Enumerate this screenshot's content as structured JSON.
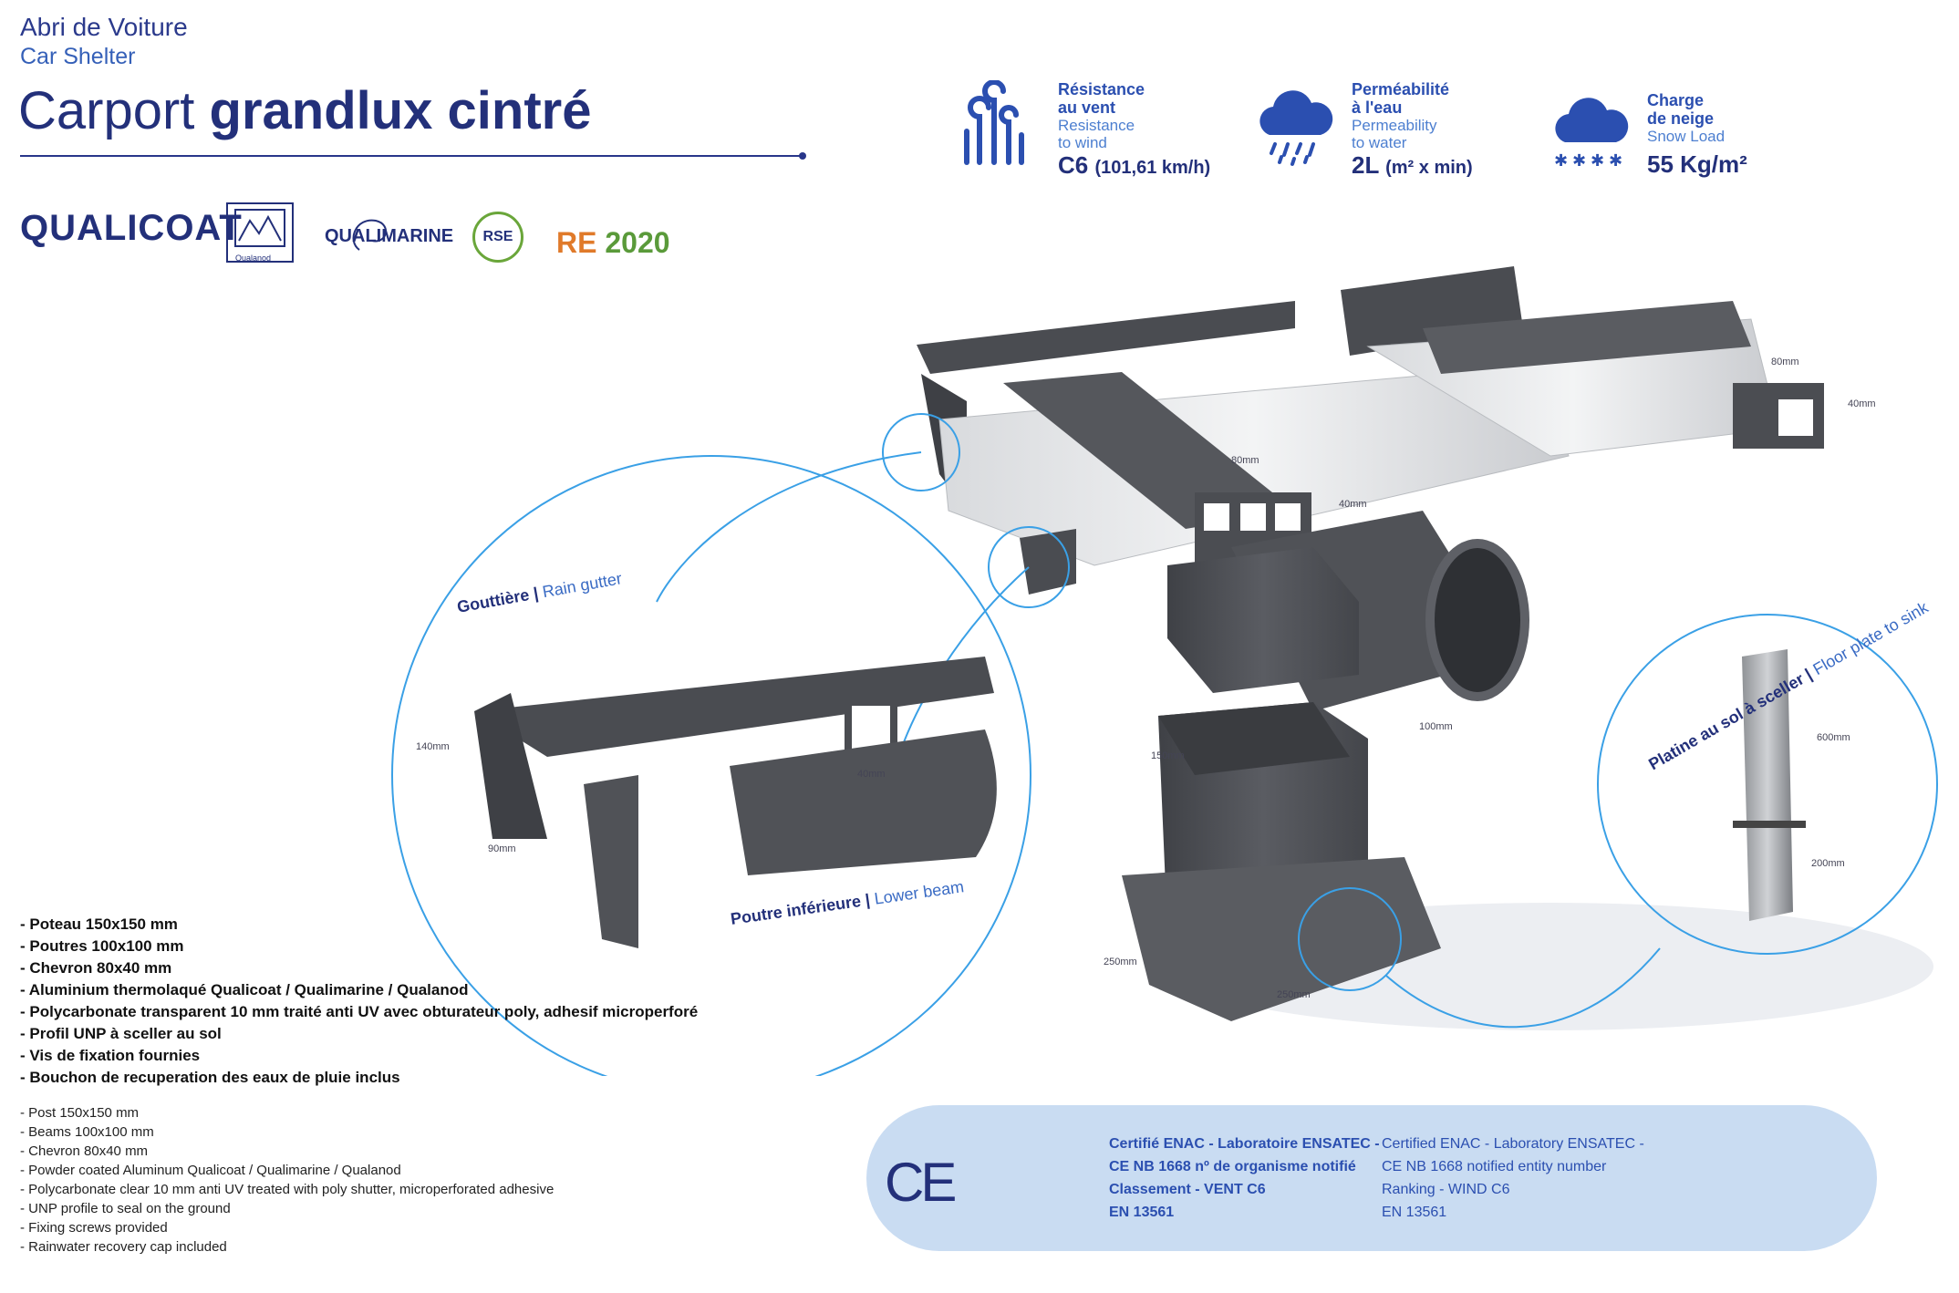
{
  "header": {
    "subtitle_fr": "Abri de Voiture",
    "subtitle_en": "Car Shelter",
    "title_light": "Carport ",
    "title_bold": "grandlux cintré"
  },
  "logos": {
    "qualicoat": "QUALICOAT",
    "qualanod": "Qualanod",
    "qualimarine": "QUALIMARINE",
    "rse": "RSE",
    "re_prefix": "RE",
    "re_year": "2020"
  },
  "specs": [
    {
      "icon": "wind-icon",
      "head1": "Résistance",
      "head2": "au vent",
      "en1": "Resistance",
      "en2": "to wind",
      "value": "C6",
      "unit": "(101,61 km/h)"
    },
    {
      "icon": "rain-cloud-icon",
      "head1": "Perméabilité",
      "head2": "à l'eau",
      "en1": "Permeability",
      "en2": "to water",
      "value": "2L",
      "unit": "(m² x min)"
    },
    {
      "icon": "snow-cloud-icon",
      "head1": "Charge",
      "head2": "de neige",
      "en1": "Snow Load",
      "en2": "",
      "value": "55 Kg/m²",
      "unit": ""
    }
  ],
  "callouts": {
    "gutter_fr": "Gouttière",
    "gutter_en": "Rain gutter",
    "beam_fr": "Poutre inférieure",
    "beam_en": "Lower beam",
    "plate_fr": "Platine au sol à sceller",
    "plate_en": "Floor plate to sink"
  },
  "dimensions": {
    "d80_top": "80mm",
    "d40_top": "40mm",
    "d80_center": "80mm",
    "d40_center": "40mm",
    "d100": "100mm",
    "d40_gutter": "40mm",
    "d140": "140mm",
    "d90": "90mm",
    "d150": "150mm",
    "d250a": "250mm",
    "d250b": "250mm",
    "d600": "600mm",
    "d200": "200mm"
  },
  "features_fr": [
    "- Poteau 150x150 mm",
    "- Poutres 100x100 mm",
    "- Chevron 80x40 mm",
    "- Aluminium thermolaqué Qualicoat / Qualimarine / Qualanod",
    "- Polycarbonate transparent 10 mm traité anti UV avec obturateur poly, adhesif microperforé",
    "- Profil UNP à sceller au sol",
    "- Vis de fixation fournies",
    "- Bouchon de recuperation des eaux de pluie inclus"
  ],
  "features_en": [
    "- Post 150x150 mm",
    "- Beams 100x100 mm",
    "- Chevron 80x40 mm",
    "- Powder coated Aluminum Qualicoat / Qualimarine / Qualanod",
    "- Polycarbonate clear 10 mm anti UV treated with poly shutter, microperforated adhesive",
    "- UNP profile to seal on the ground",
    "- Fixing screws provided",
    "- Rainwater recovery cap included"
  ],
  "certification": {
    "mark": "CE",
    "fr": [
      "Certifié ENAC - Laboratoire ENSATEC -",
      "CE NB 1668 nº de organisme notifié",
      "Classement - VENT C6",
      "EN 13561"
    ],
    "en": [
      "Certified ENAC - Laboratory ENSATEC -",
      "CE NB 1668 notified entity number",
      "Ranking - WIND C6",
      "EN 13561"
    ]
  },
  "colors": {
    "navy": "#23307a",
    "accent_blue": "#2b4fb0",
    "callout_circle": "#3aa0e6",
    "metal": "#505257",
    "ce_band": "#c9dcf2"
  }
}
